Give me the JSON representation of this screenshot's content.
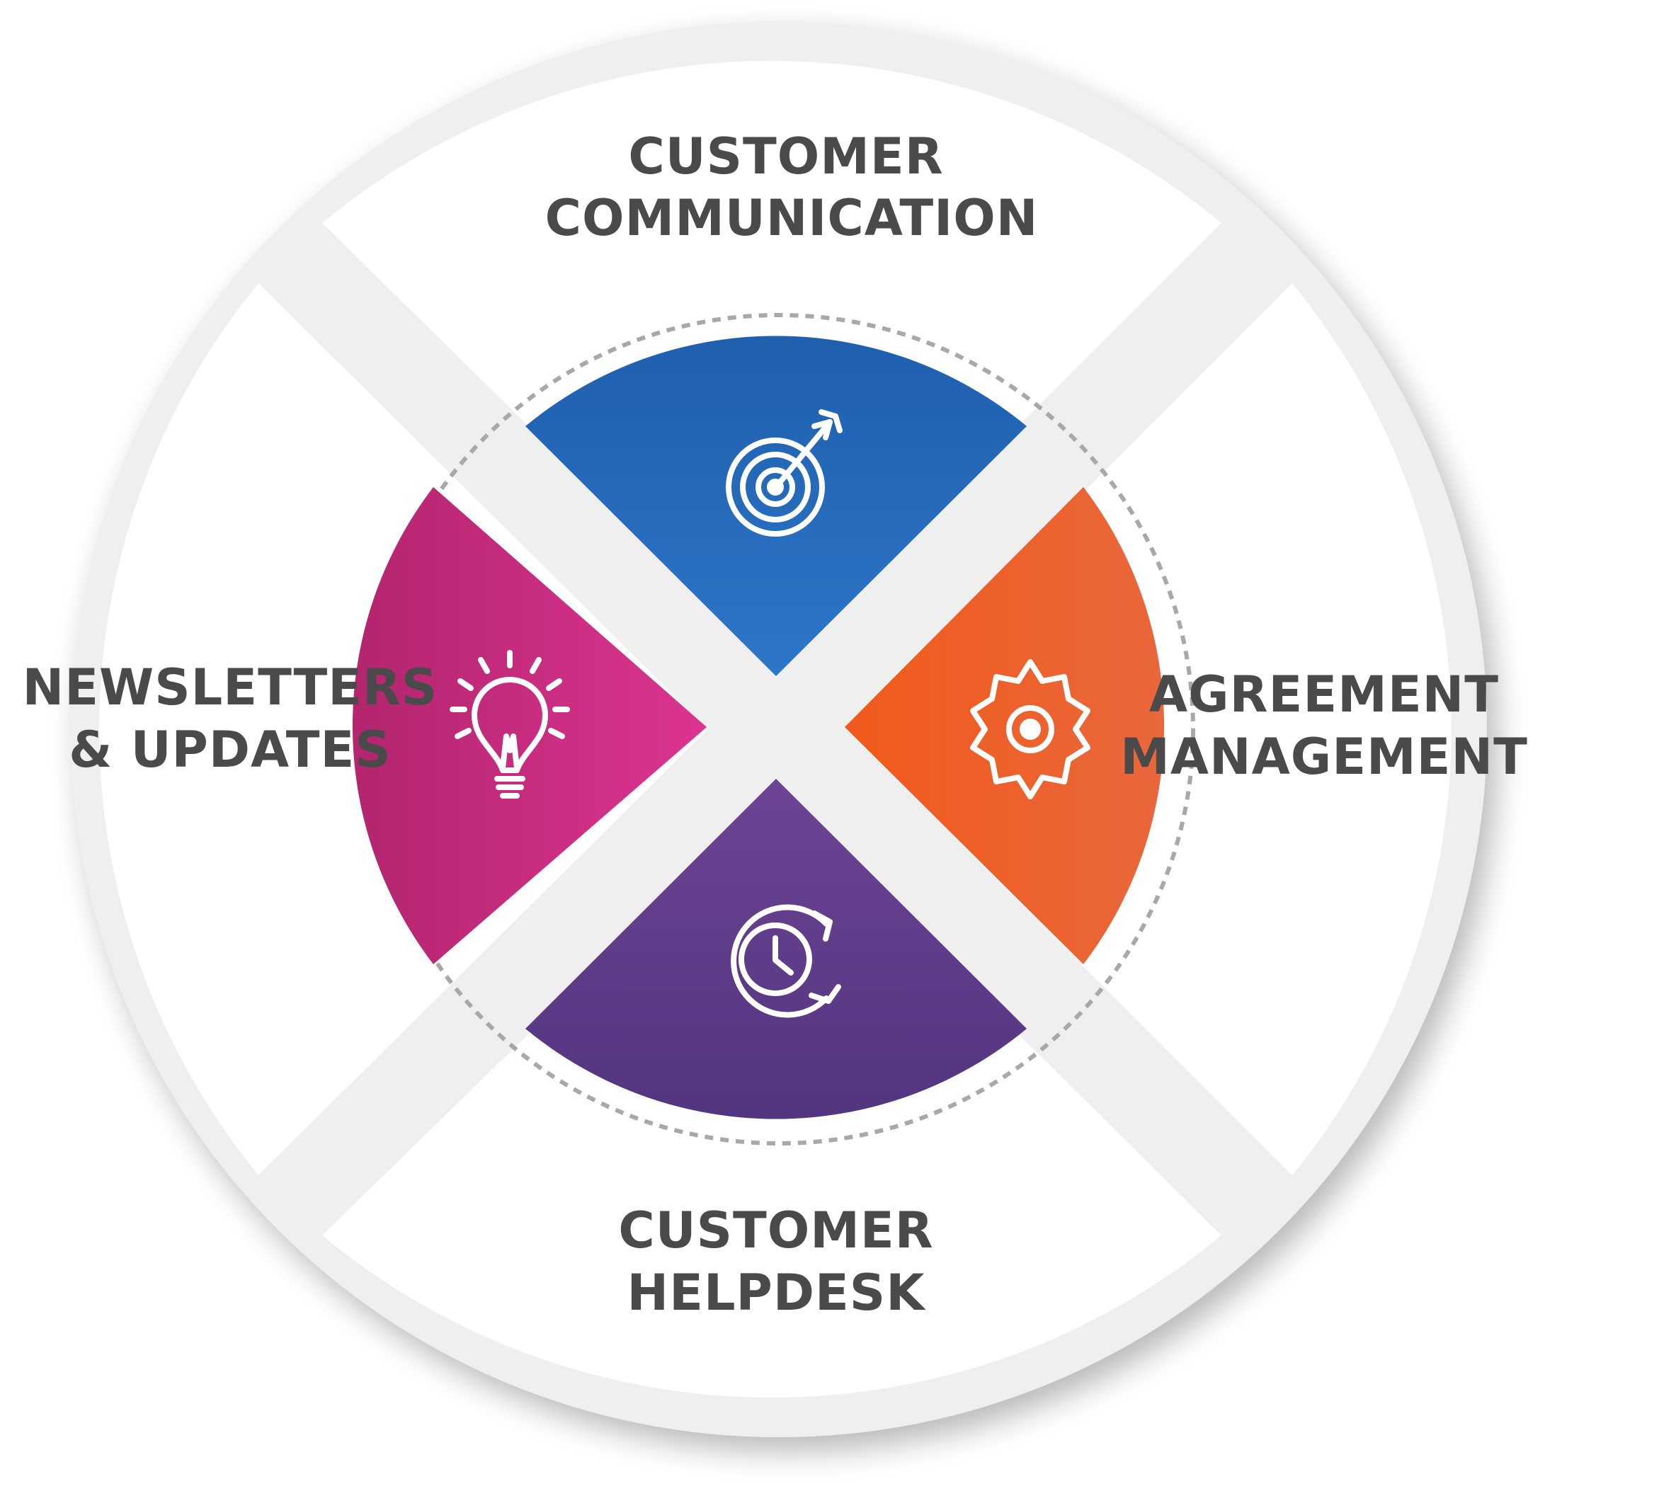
{
  "segments": [
    {
      "id": "top",
      "label_lines": [
        "CUSTOMER",
        "COMMUNICATION"
      ],
      "icon": "target-arrow-icon",
      "color_start": "#1f5fae",
      "color_end": "#2d76c8"
    },
    {
      "id": "right",
      "label_lines": [
        "AGREEMENT",
        "MANAGEMENT"
      ],
      "icon": "gear-icon",
      "color_start": "#f15a1a",
      "color_end": "#e9673c"
    },
    {
      "id": "bottom",
      "label_lines": [
        "CUSTOMER",
        "HELPDESK"
      ],
      "icon": "clock-refresh-icon",
      "color_start": "#52357f",
      "color_end": "#6d4494"
    },
    {
      "id": "left",
      "label_lines": [
        "NEWSLETTERS",
        "& UPDATES"
      ],
      "icon": "lightbulb-icon",
      "color_start": "#b3256e",
      "color_end": "#dc3490"
    }
  ],
  "colors": {
    "outer_segment": "#ffffff",
    "gap": "#efefef",
    "label_text": "#4a4a4a",
    "dashed_ring": "#a8a8a8"
  }
}
